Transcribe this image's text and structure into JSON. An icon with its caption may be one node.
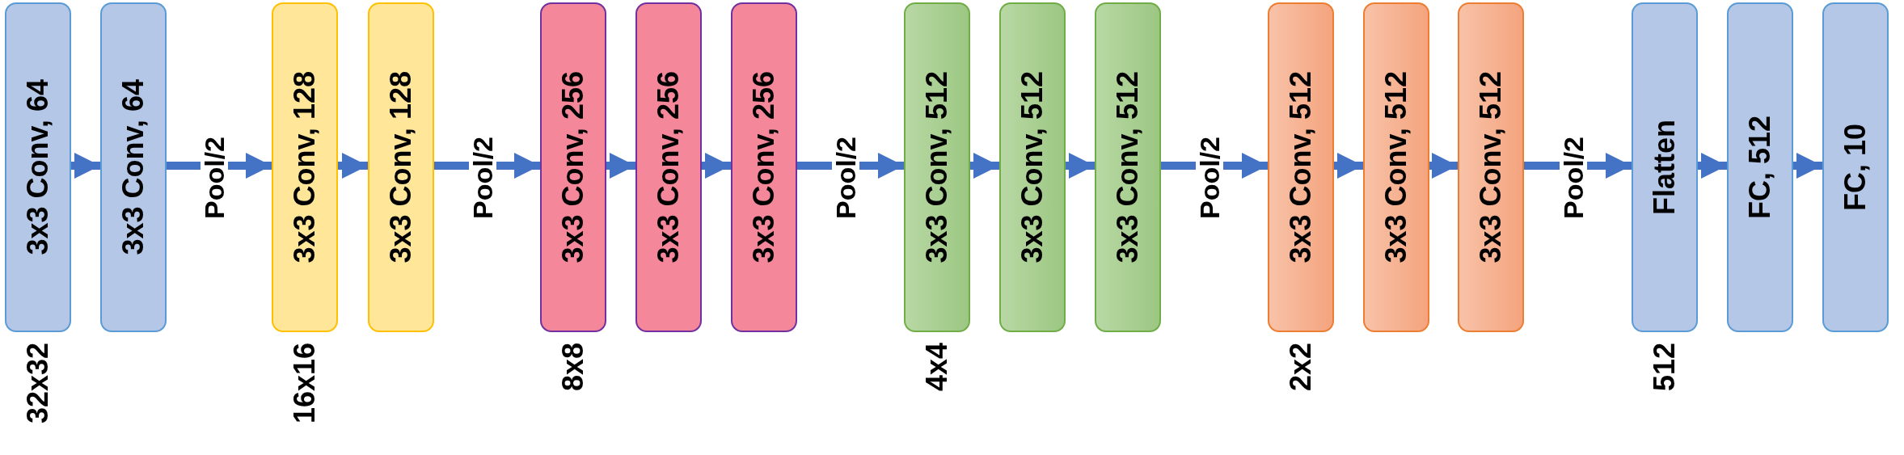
{
  "diagram": {
    "nodes": [
      {
        "text": [
          "3x3 Conv, 64"
        ],
        "beside": [
          "32x32"
        ]
      },
      {
        "text": [
          "3x3 Conv, 64"
        ]
      },
      {
        "text": [
          "3x3 Conv, 128"
        ],
        "beside": [
          "16x16"
        ]
      },
      {
        "text": [
          "3x3 Conv, 128"
        ]
      },
      {
        "text": [
          "3x3 Conv, 256"
        ],
        "beside": [
          "8x8"
        ]
      },
      {
        "text": [
          "3x3 Conv, 256"
        ]
      },
      {
        "text": [
          "3x3 Conv, 256"
        ]
      },
      {
        "text": [
          "3x3 Conv, 512"
        ],
        "beside": [
          "4x4"
        ]
      },
      {
        "text": [
          "3x3 Conv, 512"
        ]
      },
      {
        "text": [
          "3x3 Conv, 512"
        ]
      },
      {
        "text": [
          "3x3 Conv, 512"
        ],
        "beside": [
          "2x2"
        ]
      },
      {
        "text": [
          "3x3 Conv, 512"
        ]
      },
      {
        "text": [
          "3x3 Conv, 512"
        ]
      },
      {
        "text": [
          "Flatten"
        ],
        "beside": [
          "512"
        ]
      },
      {
        "text": [
          "FC, 512"
        ]
      },
      {
        "text": [
          "FC, 10"
        ]
      }
    ],
    "edges": [
      {
        "from": 0,
        "to": 1,
        "arrow": "to"
      },
      {
        "from": 1,
        "to": 2,
        "arrow": "to",
        "label": "Pool/2"
      },
      {
        "from": 2,
        "to": 3,
        "arrow": "to"
      },
      {
        "from": 3,
        "to": 4,
        "arrow": "to",
        "label": "Pool/2"
      },
      {
        "from": 4,
        "to": 5,
        "arrow": "to"
      },
      {
        "from": 5,
        "to": 6,
        "arrow": "to"
      },
      {
        "from": 6,
        "to": 7,
        "arrow": "to",
        "label": "Pool/2"
      },
      {
        "from": 7,
        "to": 8,
        "arrow": "to"
      },
      {
        "from": 8,
        "to": 9,
        "arrow": "to"
      },
      {
        "from": 9,
        "to": 10,
        "arrow": "to",
        "label": "Pool/2"
      },
      {
        "from": 10,
        "to": 11,
        "arrow": "to"
      },
      {
        "from": 11,
        "to": 12,
        "arrow": "to"
      },
      {
        "from": 12,
        "to": 13,
        "arrow": "to",
        "label": "Pool/2"
      },
      {
        "from": 13,
        "to": 14,
        "arrow": "to"
      },
      {
        "from": 14,
        "to": 15,
        "arrow": "to"
      }
    ]
  }
}
